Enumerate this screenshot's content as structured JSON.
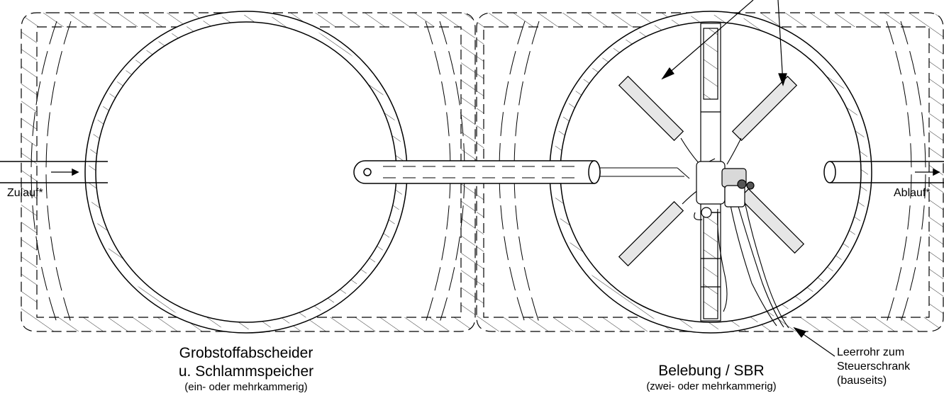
{
  "labels": {
    "inlet": "Zulauf*",
    "outlet": "Ablauf*",
    "chamber1_line1": "Grobstoffabscheider",
    "chamber1_line2": "u. Schlammspeicher",
    "chamber1_note": "(ein- oder mehrkammerig)",
    "chamber2_title": "Belebung / SBR",
    "chamber2_note": "(zwei- oder mehrkammerig)",
    "conduit_line1": "Leerrohr zum",
    "conduit_line2": "Steuerschrank",
    "conduit_line3": "(bauseits)"
  },
  "colors": {
    "line": "#000000",
    "background": "#ffffff",
    "aerator_fill": "#d9d9d9",
    "hatch": "#000000"
  }
}
